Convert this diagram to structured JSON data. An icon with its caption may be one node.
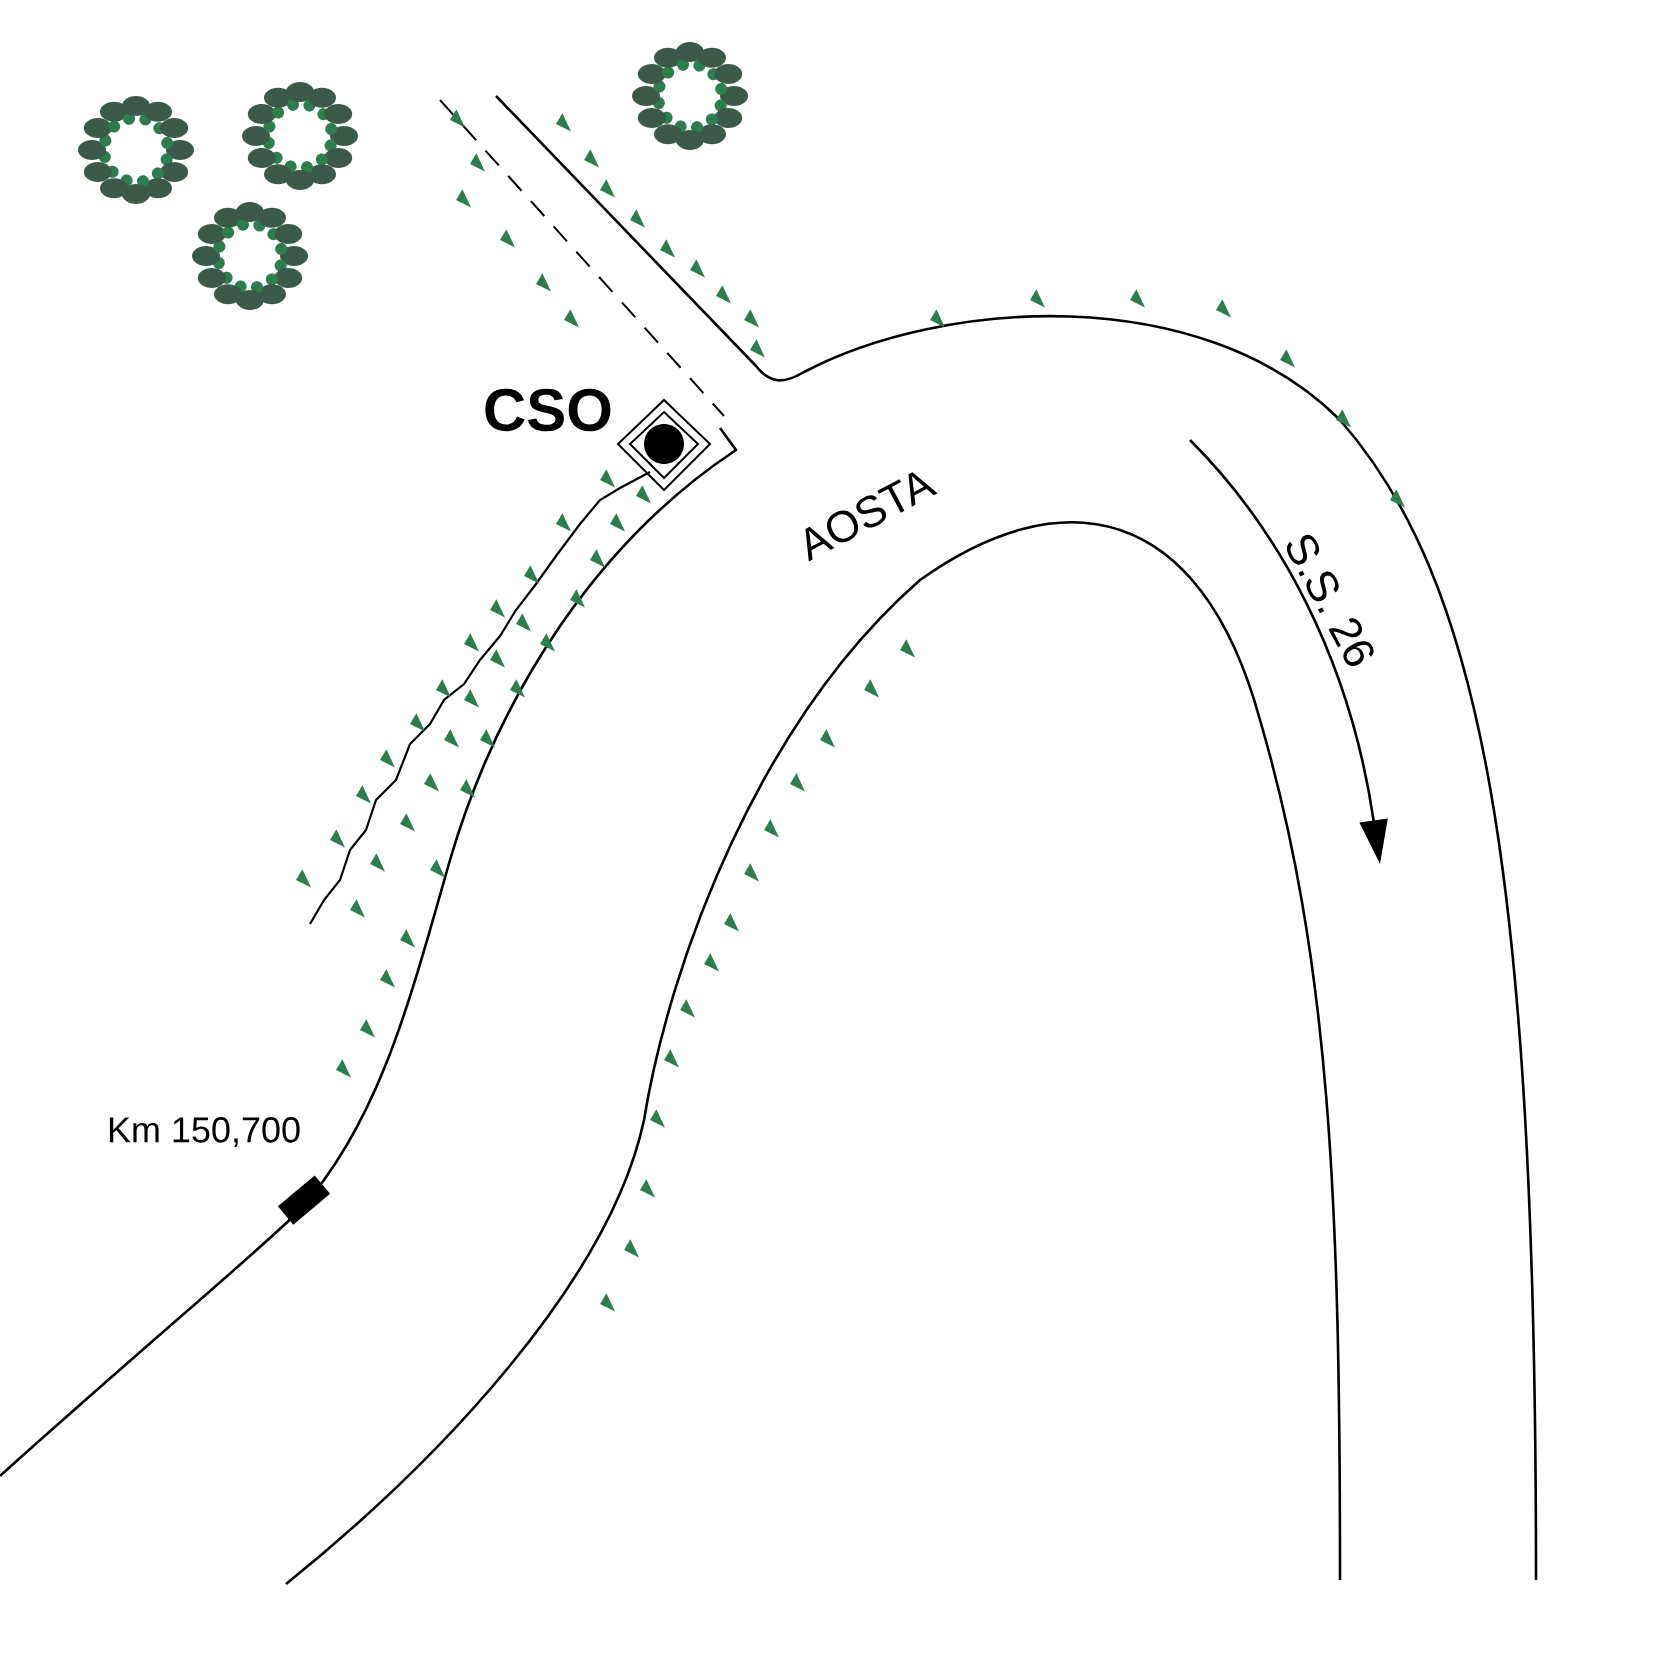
{
  "diagram": {
    "labels": [
      "CSO",
      "AOSTA",
      "S.S. 26",
      "Km 150,700"
    ]
  }
}
